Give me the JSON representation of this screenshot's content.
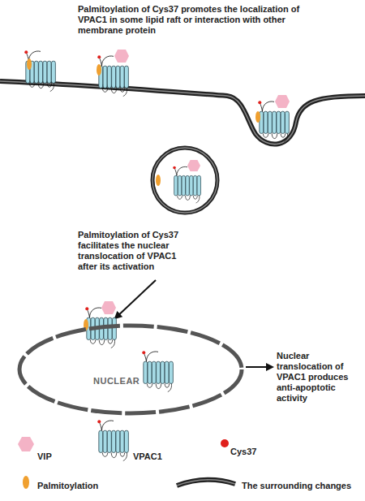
{
  "diagram": {
    "nodes": [
      {
        "text": [
          "NUCLEAR"
        ]
      }
    ],
    "labels": [
      "Palmitoylation of Cys37 promotes the localization of VPAC1 in some lipid raft or interaction with other membrane protein",
      "Palmitoylation of Cys37 facilitates the nuclear translocation of VPAC1 after its activation",
      "Nuclear translocation of VPAC1 produces anti-apoptotic activity"
    ],
    "legend": [
      {
        "text": "VIP",
        "color": "#f4b3c6"
      },
      {
        "text": "VPAC1"
      },
      {
        "text": "Cys37",
        "color": "#e0201c"
      },
      {
        "text": "Palmitoylation",
        "color": "#f0a030"
      },
      {
        "text": "The surrounding changes"
      }
    ]
  }
}
